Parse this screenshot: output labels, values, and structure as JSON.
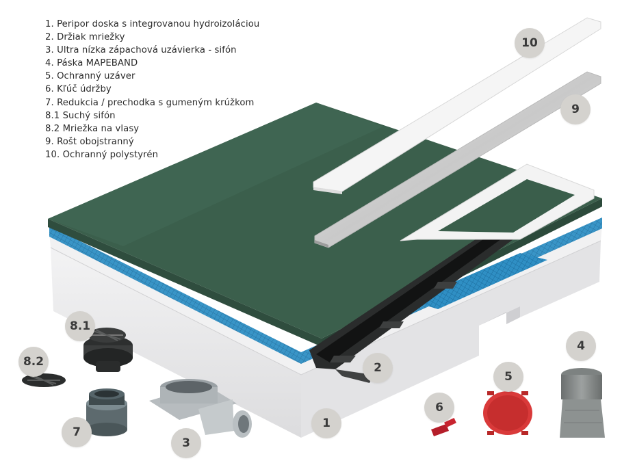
{
  "legend": {
    "items": [
      "1. Peripor doska s integrovanou hydroizoláciou",
      "2. Držiak mriežky",
      "3. Ultra nízka zápachová uzávierka - sifón",
      "4. Páska MAPEBAND",
      "5. Ochranný uzáver",
      "6. Kľúč údržby",
      "7. Redukcia / prechodka s gumeným krúžkom",
      "8.1 Suchý sifón",
      "8.2 Mriežka na vlasy",
      "9. Rošt obojstranný",
      "10. Ochranný polystyrén"
    ]
  },
  "badges": {
    "b1": "1",
    "b2": "2",
    "b3": "3",
    "b4": "4",
    "b5": "5",
    "b6": "6",
    "b7": "7",
    "b81": "8.1",
    "b82": "8.2",
    "b9": "9",
    "b10": "10"
  },
  "colors": {
    "board_green": "#355a47",
    "membrane_blue": "#2f8fc4",
    "foam_white": "#eeeeef",
    "badge_grey": "#d4d2ce",
    "cap_red": "#d93a3a"
  }
}
